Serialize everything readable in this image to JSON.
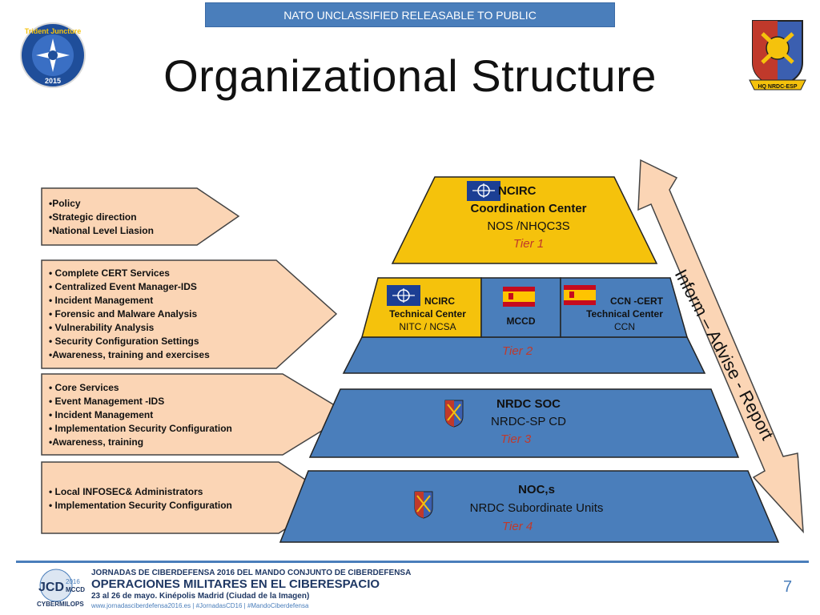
{
  "banner": {
    "text": "NATO UNCLASSIFIED RELEASABLE TO PUBLIC"
  },
  "title": "Organizational Structure",
  "logo_left": {
    "icon": "trident-juncture-2015-logo",
    "top": "Trident Juncture",
    "year": "2015"
  },
  "logo_right": {
    "icon": "hq-nrdc-esp-crest",
    "label": "HQ NRDC-ESP"
  },
  "left_boxes": [
    {
      "items": [
        "•Policy",
        "•Strategic direction",
        "•National Level Liasion"
      ]
    },
    {
      "items": [
        "• Complete CERT Services",
        "• Centralized Event Manager-IDS",
        "• Incident Management",
        "• Forensic and Malware Analysis",
        "• Vulnerability Analysis",
        "• Security Configuration Settings",
        "•Awareness, training and exercises"
      ]
    },
    {
      "items": [
        "• Core Services",
        "• Event Management -IDS",
        "• Incident Management",
        "• Implementation Security Configuration",
        "•Awareness, training"
      ]
    },
    {
      "items": [
        "• Local INFOSEC& Administrators",
        "• Implementation Security Configuration"
      ]
    }
  ],
  "tier1": {
    "line1": "NCIRC",
    "line2": "Coordination  Center",
    "line3": "NOS /NHQC3S",
    "tier": "Tier 1"
  },
  "tier2": {
    "ncirc": {
      "line1": "NCIRC",
      "line2": "Technical  Center",
      "line3": "NITC / NCSA"
    },
    "mccd": {
      "label": "MCCD"
    },
    "ccn": {
      "line1": "CCN -CERT",
      "line2": "Technical  Center",
      "line3": "CCN"
    },
    "tier": "Tier 2"
  },
  "tier3": {
    "line1": "NRDC SOC",
    "line2": "NRDC-SP CD",
    "tier": "Tier 3"
  },
  "tier4": {
    "line1": "NOC,s",
    "line2": "NRDC Subordinate Units",
    "tier": "Tier 4"
  },
  "arrow": {
    "label": "Inform – Advise - Report"
  },
  "footer": {
    "line1": "JORNADAS DE CIBERDEFENSA 2016 DEL MANDO CONJUNTO DE CIBERDEFENSA",
    "line2": "OPERACIONES MILITARES EN EL CIBERESPACIO",
    "line3": "23 al 26 de mayo. Kinépolis Madrid (Ciudad de la Imagen)",
    "line4": "www.jornadasciberdefensa2016.es  |  #JornadasCD16  |  #MandoCiberdefensa",
    "logo_top": "JCD",
    "logo_year": "2016",
    "logo_sub": "MCCD",
    "logo_bottom": "CYBERMILOPS"
  },
  "page_number": "7",
  "colors": {
    "gold": "#f5c20c",
    "blue": "#4a7ebb",
    "peach": "#fbd5b5",
    "tier_red": "#c0392b",
    "banner": "#4a7ebb"
  }
}
